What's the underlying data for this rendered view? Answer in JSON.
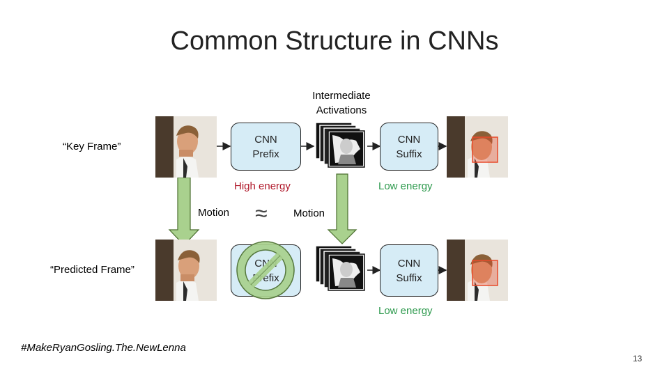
{
  "slide": {
    "title": "Common Structure in CNNs",
    "page_number": "13",
    "hashtag": "#MakeRyanGosling.The.NewLenna"
  },
  "diagram": {
    "intermediate_label_line1": "Intermediate",
    "intermediate_label_line2": "Activations",
    "key_frame_label": "“Key Frame”",
    "predicted_frame_label": "“Predicted Frame”",
    "cnn_prefix_top": {
      "line1": "CNN",
      "line2": "Prefix"
    },
    "cnn_suffix_top": {
      "line1": "CNN",
      "line2": "Suffix"
    },
    "cnn_prefix_bottom": {
      "line1": "CNN",
      "line2": "Prefix"
    },
    "cnn_suffix_bottom": {
      "line1": "CNN",
      "line2": "Suffix"
    },
    "high_energy": "High energy",
    "low_energy_top": "Low energy",
    "low_energy_bottom": "Low energy",
    "motion_left": "Motion",
    "motion_right": "Motion",
    "approx_symbol": "≈",
    "colors": {
      "box_fill": "#d6ecf6",
      "arrow_fill": "#a9d18e",
      "arrow_stroke": "#4a6e2e",
      "prohibit_fill": "#a9d18e",
      "face_box": "#e84a2a",
      "high_energy": "#b0182a",
      "low_energy": "#2e9a4e"
    }
  }
}
